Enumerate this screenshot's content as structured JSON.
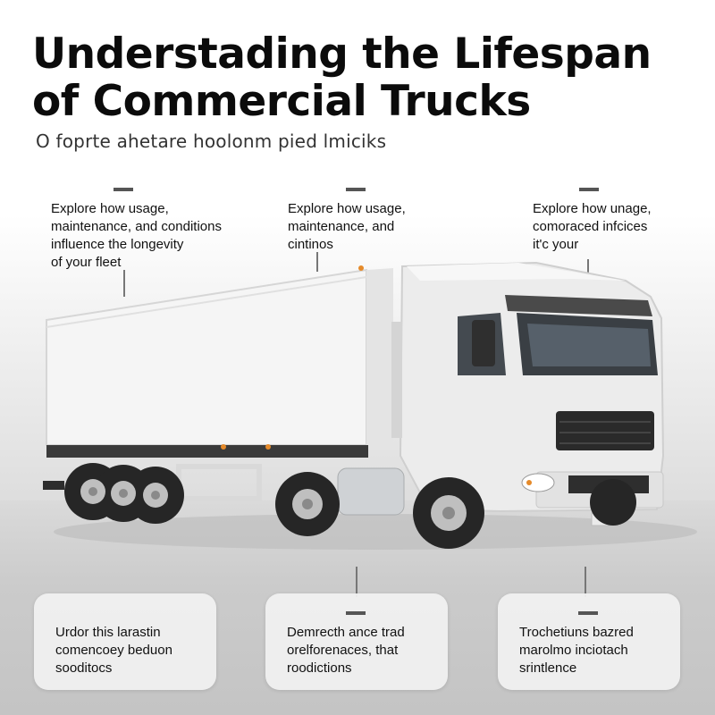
{
  "header": {
    "title_line1": "Understading the Lifespan",
    "title_line2": "of Commercial Trucks",
    "subtitle": "O foprte ahetare hoolonm pied lmiciks"
  },
  "top_notes": [
    {
      "lines": [
        "Explore how usage,",
        "maintenance, and conditions",
        "influence the longevity",
        "of your fleet"
      ]
    },
    {
      "lines": [
        "Explore how usage,",
        "maintenance, and",
        "cintinos"
      ]
    },
    {
      "lines": [
        "Explore how unage,",
        "comoraced infcices",
        "it'c your"
      ]
    }
  ],
  "cards": [
    {
      "lines": [
        "Urdor this larastin",
        "comencoey beduon",
        "sooditocs"
      ]
    },
    {
      "lines": [
        "Demrecth ance trad",
        "orelforenaces, that",
        "roodictions"
      ]
    },
    {
      "lines": [
        "Trochetiuns bazred",
        "marolmo inciotach",
        "srintlence"
      ]
    }
  ],
  "colors": {
    "title": "#0b0b0b",
    "truck_body": "#f4f4f4",
    "cab": "#e9e9e9",
    "tires": "#2a2a2a",
    "accent_lights": "#e58a2a"
  },
  "image": {
    "subject": "white-box-truck-icon"
  }
}
